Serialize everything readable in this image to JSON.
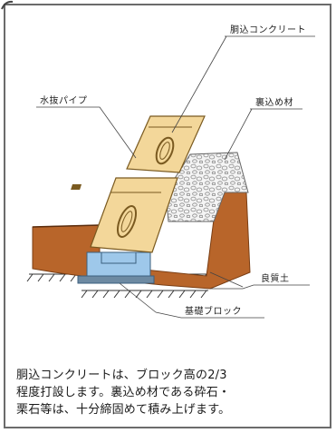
{
  "labels": {
    "backfill_concrete": "胴込コンクリート",
    "drain_pipe": "水抜パイプ",
    "backfill_material": "裏込め材",
    "good_soil": "良質土",
    "foundation_block": "基礎ブロック"
  },
  "caption": {
    "line1": "胴込コンクリートは、ブロック高の2/3",
    "line2": "程度打設します。裏込め材である砕石・",
    "line3": "栗石等は、十分締固めて積み上げます。"
  },
  "colors": {
    "soil": "#b8652a",
    "block": "#f3d79a",
    "foundation": "#9ec8ea",
    "gravel_bg": "#f2f2f2",
    "frame": "#6b6b6b"
  }
}
